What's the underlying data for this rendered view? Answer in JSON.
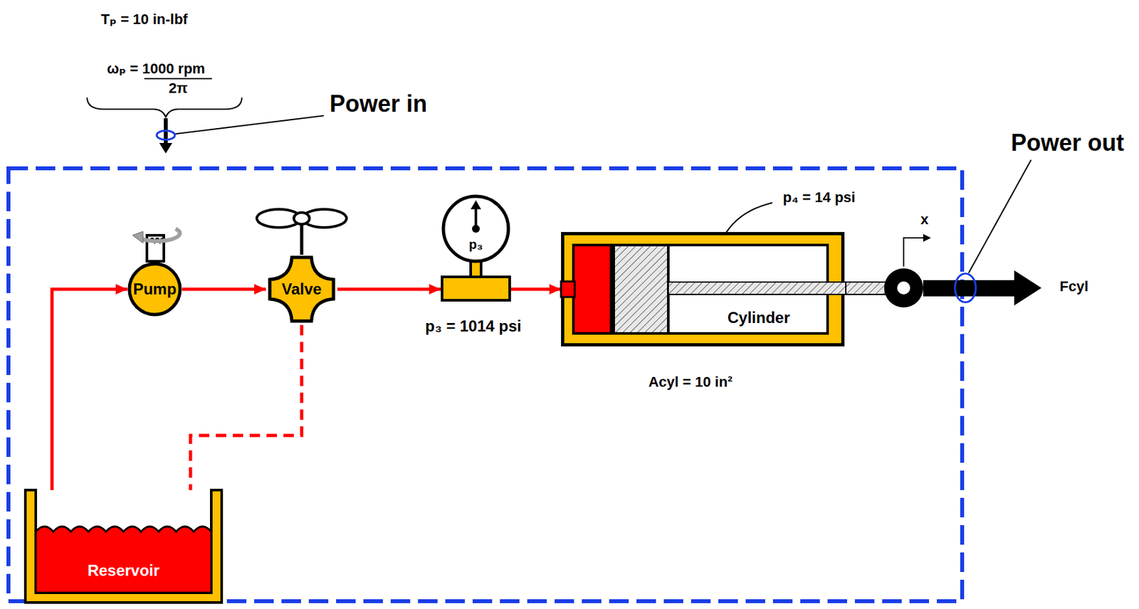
{
  "diagram": {
    "nodes": [
      {
        "text": [
          "Pump"
        ]
      },
      {
        "text": [
          "Valve"
        ]
      },
      {
        "text": [
          "p₃"
        ]
      },
      {
        "text": [
          "Cylinder"
        ]
      },
      {
        "text": [
          "Reservoir"
        ]
      }
    ],
    "edges": [
      {
        "from": 4,
        "to": 0,
        "arrow": "to"
      },
      {
        "from": 0,
        "to": 1,
        "arrow": "to"
      },
      {
        "from": 1,
        "to": 2,
        "arrow": "to"
      },
      {
        "from": 2,
        "to": 3,
        "arrow": "to"
      },
      {
        "from": 1,
        "to": 4,
        "arrow": "none"
      }
    ],
    "labels": [
      "Tₚ = 10 in-lbf",
      "ωₚ = 1000 rpm",
      "2π",
      "Power in",
      "Power out",
      "p₃ = 1014 psi",
      "p₄ = 14 psi",
      "x",
      "Acyl = 10 in²",
      "Fcyl"
    ]
  }
}
